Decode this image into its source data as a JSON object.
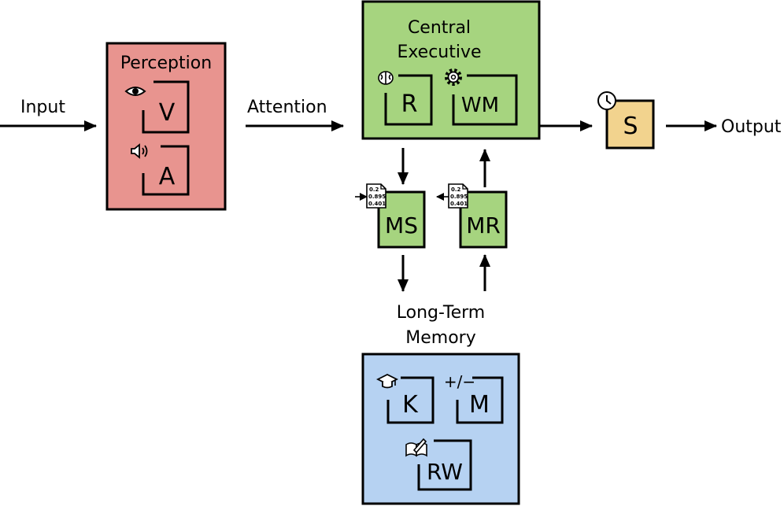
{
  "labels": {
    "input": "Input",
    "attention": "Attention",
    "output": "Output",
    "long_term_memory_line1": "Long-Term",
    "long_term_memory_line2": "Memory"
  },
  "perception": {
    "title": "Perception",
    "visual": "V",
    "auditory": "A",
    "fill": "#E8948F"
  },
  "central_executive": {
    "title_line1": "Central",
    "title_line2": "Executive",
    "reasoning": "R",
    "working_memory": "WM",
    "fill": "#A6D47F"
  },
  "memory_store": {
    "label": "MS",
    "fill": "#A6D47F"
  },
  "memory_retrieve": {
    "label": "MR",
    "fill": "#A6D47F"
  },
  "doc_icon_lines": [
    "0.2",
    "0.895",
    "0.401"
  ],
  "speech": {
    "label": "S",
    "fill": "#F2D38E"
  },
  "long_term_memory": {
    "knowledge": "K",
    "math": "M",
    "math_symbol": "+/−",
    "read_write": "RW",
    "fill": "#B6D2F2"
  },
  "icons": {
    "visual": "eye-icon",
    "auditory": "speaker-icon",
    "reasoning": "brain-icon",
    "working_memory": "gear-icon",
    "speech": "clock-icon",
    "knowledge": "graduation-cap-icon",
    "math": "plus-minus-icon",
    "read_write": "book-pencil-icon",
    "memory_docs": "document-icon"
  }
}
